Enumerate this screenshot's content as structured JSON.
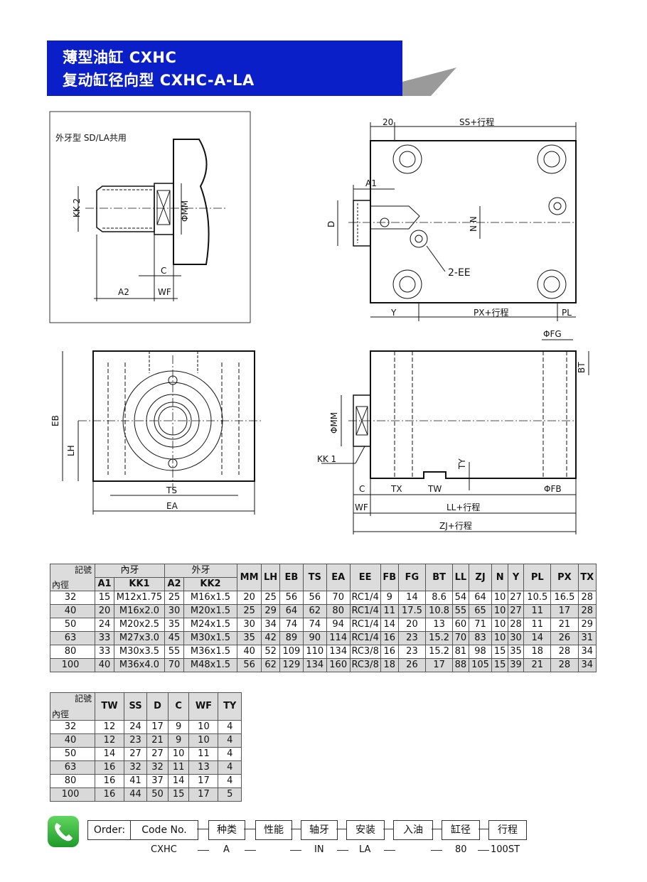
{
  "header": {
    "title_line1": "薄型油缸  CXHC",
    "title_line2": "复动缸径向型  CXHC-A-LA",
    "bg_color": "#0b1fc9"
  },
  "drawing_labels": {
    "inset_caption": "外牙型  SD/LA共用",
    "kk2": "KK 2",
    "mm": "ΦMM",
    "c": "C",
    "a2": "A2",
    "wf": "WF",
    "d20": "20",
    "ss": "SS+行程",
    "a1": "A1",
    "d": "D",
    "nn": "N N",
    "ee": "2-EE",
    "y": "Y",
    "px": "PX+行程",
    "pl": "PL",
    "fg": "ΦFG",
    "bt": "BT",
    "eb": "EB",
    "lh": "LH",
    "ts": "TS",
    "ea": "EA",
    "kk1": "KK 1",
    "ty": "TY",
    "c2": "C",
    "tx": "TX",
    "tw": "TW",
    "fb": "ΦFB",
    "wf2": "WF",
    "ll": "LL+行程",
    "zj": "ZJ+行程"
  },
  "main_table": {
    "corner_top": "記號",
    "corner_bottom": "內徑",
    "group_inner": "內牙",
    "group_outer": "外牙",
    "sub_headers": [
      "A1",
      "KK1",
      "A2",
      "KK2"
    ],
    "headers": [
      "MM",
      "LH",
      "EB",
      "TS",
      "EA",
      "EE",
      "FB",
      "FG",
      "BT",
      "LL",
      "ZJ",
      "N",
      "Y",
      "PL",
      "PX",
      "TX"
    ],
    "rows": [
      [
        "32",
        "15",
        "M12x1.75",
        "25",
        "M16x1.5",
        "20",
        "25",
        "56",
        "56",
        "70",
        "RC1/4",
        "9",
        "14",
        "8.6",
        "54",
        "64",
        "10",
        "27",
        "10.5",
        "16.5",
        "28"
      ],
      [
        "40",
        "20",
        "M16x2.0",
        "30",
        "M20x1.5",
        "25",
        "29",
        "64",
        "62",
        "80",
        "RC1/4",
        "11",
        "17.5",
        "10.8",
        "55",
        "65",
        "10",
        "27",
        "11",
        "17",
        "28"
      ],
      [
        "50",
        "24",
        "M20x2.5",
        "35",
        "M24x1.5",
        "30",
        "34",
        "74",
        "74",
        "94",
        "RC1/4",
        "14",
        "20",
        "13",
        "60",
        "71",
        "10",
        "28",
        "11",
        "21",
        "29"
      ],
      [
        "63",
        "33",
        "M27x3.0",
        "45",
        "M30x1.5",
        "35",
        "42",
        "89",
        "90",
        "114",
        "RC1/4",
        "16",
        "23",
        "15.2",
        "70",
        "83",
        "10",
        "30",
        "14",
        "26",
        "31"
      ],
      [
        "80",
        "33",
        "M30x3.5",
        "55",
        "M36x1.5",
        "40",
        "52",
        "109",
        "110",
        "134",
        "RC3/8",
        "16",
        "23",
        "15.2",
        "81",
        "98",
        "15",
        "35",
        "18",
        "28",
        "34"
      ],
      [
        "100",
        "40",
        "M36x4.0",
        "70",
        "M48x1.5",
        "56",
        "62",
        "129",
        "134",
        "160",
        "RC3/8",
        "18",
        "26",
        "17",
        "88",
        "105",
        "15",
        "39",
        "21",
        "28",
        "34"
      ]
    ]
  },
  "small_table": {
    "corner_top": "記號",
    "corner_bottom": "內徑",
    "headers": [
      "TW",
      "SS",
      "D",
      "C",
      "WF",
      "TY"
    ],
    "rows": [
      [
        "32",
        "12",
        "24",
        "17",
        "9",
        "10",
        "4"
      ],
      [
        "40",
        "12",
        "23",
        "21",
        "9",
        "10",
        "4"
      ],
      [
        "50",
        "14",
        "27",
        "27",
        "10",
        "11",
        "4"
      ],
      [
        "63",
        "16",
        "32",
        "32",
        "11",
        "13",
        "4"
      ],
      [
        "80",
        "16",
        "41",
        "37",
        "14",
        "17",
        "4"
      ],
      [
        "100",
        "16",
        "44",
        "50",
        "15",
        "17",
        "5"
      ]
    ]
  },
  "order": {
    "label": "Order:",
    "code_no": "Code No.",
    "fields": [
      "种类",
      "性能",
      "轴牙",
      "安装",
      "入油",
      "缸径",
      "行程"
    ],
    "values": [
      "CXHC",
      "A",
      "",
      "IN",
      "LA",
      "",
      "80",
      "100ST"
    ]
  },
  "icons": {
    "phone": "phone-icon"
  }
}
